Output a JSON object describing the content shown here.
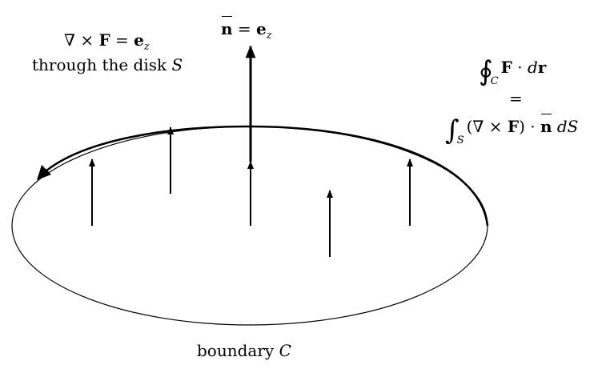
{
  "labels": {
    "normal_eq": {
      "n": "n",
      "eq": " = ",
      "e": "e",
      "sub": "z"
    },
    "curl_line1": {
      "nabla": "∇ × ",
      "F": "F",
      "eq": " = ",
      "e": "e",
      "sub": "z"
    },
    "curl_line2": {
      "text": "through the disk ",
      "S": "S"
    },
    "line_integral": {
      "sign": "∮",
      "sub": "C",
      "F": "F",
      "dot": " · ",
      "d": "d",
      "r": "r"
    },
    "equals": "=",
    "surface_integral": {
      "sign": "∫",
      "sub": "S",
      "open": "(∇ × ",
      "F": "F",
      "close": ") · ",
      "n": "n",
      "dS_d": " d",
      "dS_S": "S"
    },
    "boundary": {
      "text": "boundary ",
      "C": "C"
    }
  },
  "colors": {
    "stroke": "#000000",
    "background": "#ffffff"
  }
}
